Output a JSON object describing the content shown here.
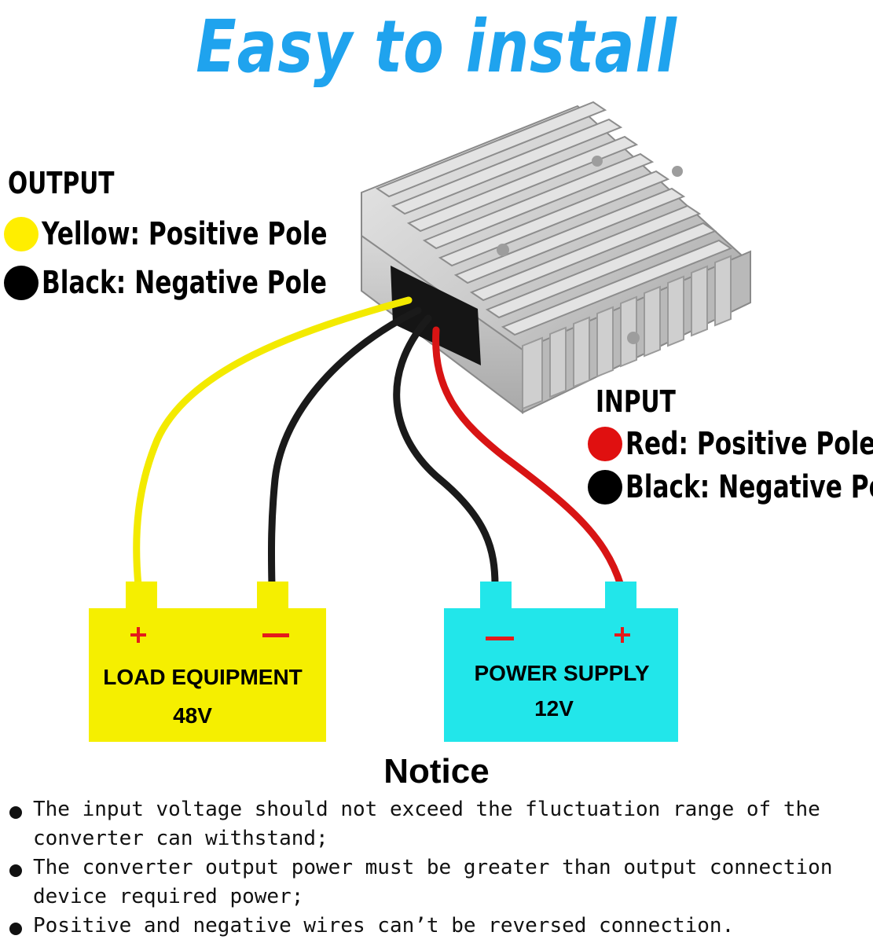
{
  "title": "Easy to install",
  "output": {
    "heading": "OUTPUT",
    "items": [
      {
        "label": "Yellow: Positive Pole",
        "color": "#ffee00"
      },
      {
        "label": "Black: Negative Pole",
        "color": "#000000"
      }
    ]
  },
  "input": {
    "heading": "INPUT",
    "items": [
      {
        "label": "Red: Positive Pole",
        "color": "#e01010"
      },
      {
        "label": "Black: Negative Pole",
        "color": "#000000"
      }
    ]
  },
  "load": {
    "name": "LOAD EQUIPMENT",
    "voltage": "48V",
    "plus": "+",
    "minus": "—",
    "color": "#f5ef00"
  },
  "supply": {
    "name": "POWER SUPPLY",
    "voltage": "12V",
    "plus": "+",
    "minus": "—",
    "color": "#22e6ea"
  },
  "notice": {
    "title": "Notice",
    "items": [
      "The input voltage should not exceed the fluctuation range of the converter can withstand;",
      "The converter output power must be greater than output connection device required power;",
      "Positive and negative wires can’t be reversed connection."
    ]
  },
  "colors": {
    "title": "#1fa3ee",
    "wire_yellow": "#f3ea00",
    "wire_red": "#d81414",
    "wire_black": "#1a1a1a",
    "terminal_red": "#e41b1b"
  }
}
